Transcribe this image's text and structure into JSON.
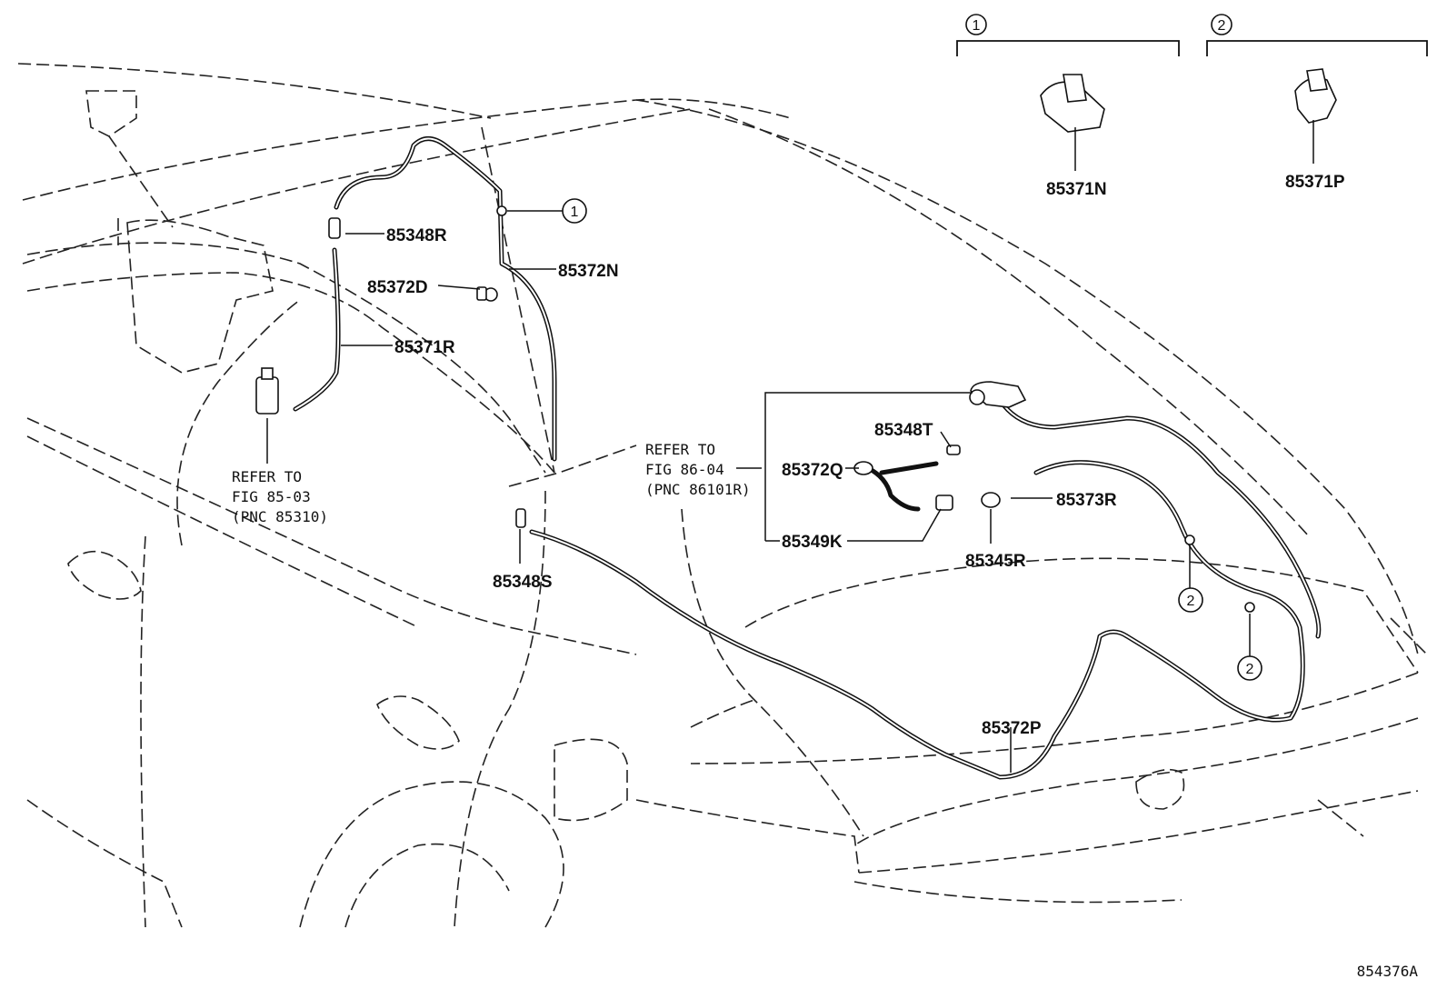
{
  "figure_code": "854376A",
  "group_markers": [
    {
      "number": "1",
      "part": "85371N"
    },
    {
      "number": "2",
      "part": "85371P"
    }
  ],
  "callouts": {
    "c1": "1",
    "c2a": "2",
    "c2b": "2"
  },
  "parts": {
    "p85348R": "85348R",
    "p85372N": "85372N",
    "p85372D": "85372D",
    "p85371R": "85371R",
    "p85348S": "85348S",
    "p85348T": "85348T",
    "p85372Q": "85372Q",
    "p85373R": "85373R",
    "p85349K": "85349K",
    "p85345R": "85345R",
    "p85372P": "85372P",
    "p85371N": "85371N",
    "p85371P": "85371P"
  },
  "references": {
    "left": {
      "line1": "REFER TO",
      "line2": "FIG 85-03",
      "line3": "(PNC 85310)"
    },
    "center": {
      "line1": "REFER TO",
      "line2": "FIG 86-04",
      "line3": "(PNC 86101R)"
    }
  }
}
